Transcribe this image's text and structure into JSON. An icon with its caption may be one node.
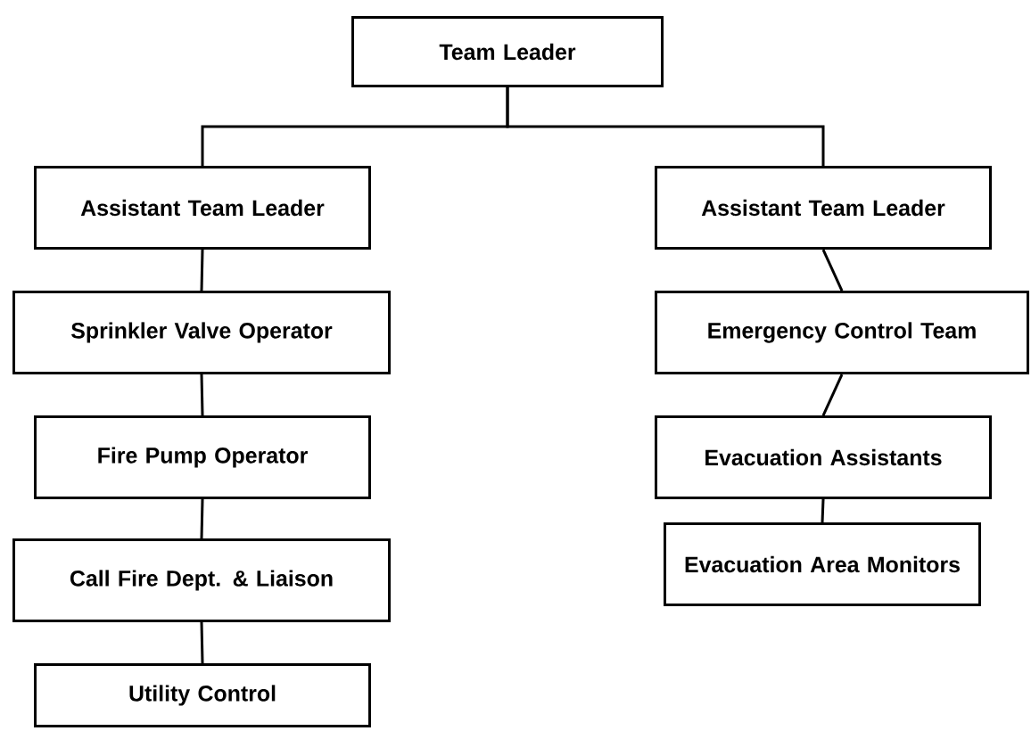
{
  "diagram": {
    "nodes": [
      {
        "text": [
          "Team Leader"
        ]
      },
      {
        "text": [
          "Assistant Team Leader"
        ]
      },
      {
        "text": [
          "Assistant Team Leader"
        ]
      },
      {
        "text": [
          "Sprinkler Valve Operator"
        ]
      },
      {
        "text": [
          "Fire Pump Operator"
        ]
      },
      {
        "text": [
          "Call Fire Dept. & Liaison"
        ]
      },
      {
        "text": [
          "Utility Control"
        ]
      },
      {
        "text": [
          "Emergency Control Team"
        ]
      },
      {
        "text": [
          "Evacuation Assistants"
        ]
      },
      {
        "text": [
          "Evacuation Area Monitors"
        ]
      }
    ],
    "edges": [
      {
        "from": 0,
        "to": 1,
        "arrow": "none"
      },
      {
        "from": 0,
        "to": 2,
        "arrow": "none"
      },
      {
        "from": 1,
        "to": 3,
        "arrow": "none"
      },
      {
        "from": 3,
        "to": 4,
        "arrow": "none"
      },
      {
        "from": 4,
        "to": 5,
        "arrow": "none"
      },
      {
        "from": 5,
        "to": 6,
        "arrow": "none"
      },
      {
        "from": 2,
        "to": 7,
        "arrow": "none"
      },
      {
        "from": 7,
        "to": 8,
        "arrow": "none"
      },
      {
        "from": 8,
        "to": 9,
        "arrow": "none"
      }
    ]
  }
}
